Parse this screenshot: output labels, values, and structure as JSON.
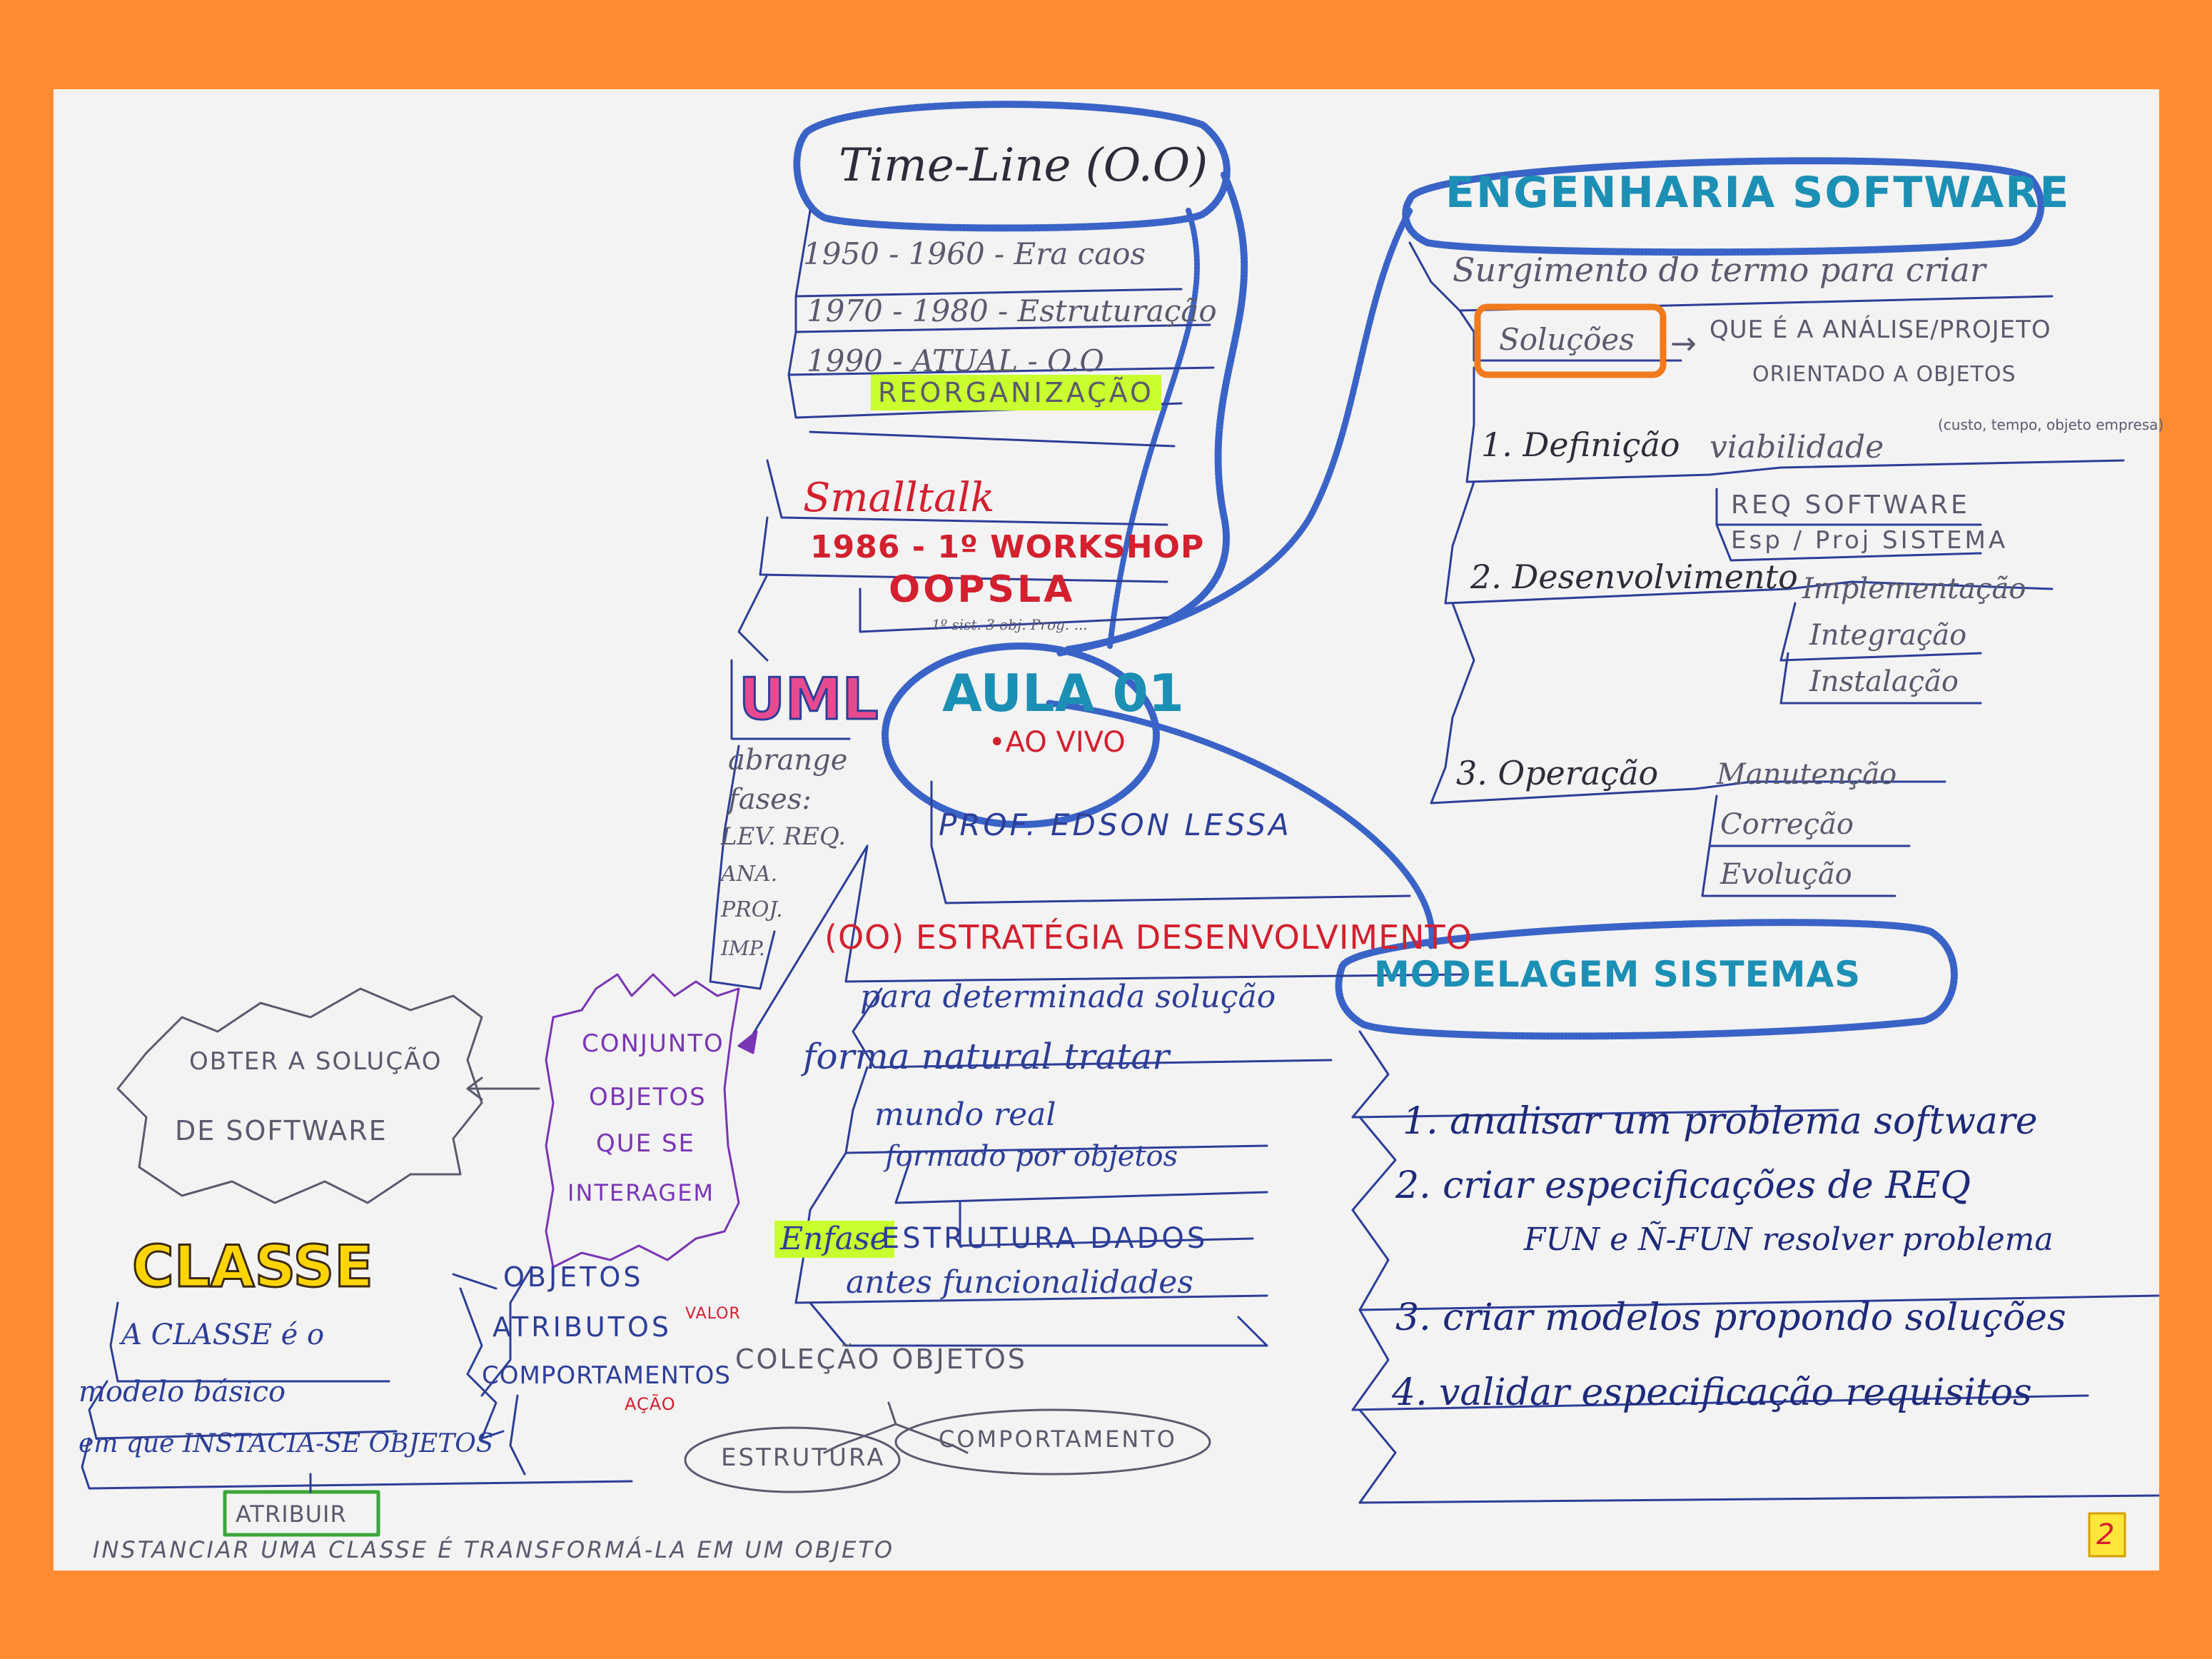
{
  "center": {
    "title": "AULA 01",
    "subtitle": "•AO VIVO",
    "professor": "PROF. EDSON LESSA"
  },
  "timeline": {
    "title": "Time-Line (O.O)",
    "items": [
      "1950 - 1960 - Era caos",
      "1970 - 1980 - Estruturação",
      "1990 - ATUAL - O.O",
      "REORGANIZAÇÃO"
    ],
    "smalltalk": "Smalltalk",
    "workshop": "1986 - 1º WORKSHOP",
    "oopsla": "OOPSLA",
    "oopsla_note": "1º sist. 3 obj. Prog. ..."
  },
  "uml": {
    "title": "UML",
    "notes": [
      "abrange",
      "fases:",
      "LEV. REQ.",
      "ANA.",
      "PROJ.",
      "IMP."
    ]
  },
  "engenharia": {
    "title": "ENGENHARIA SOFTWARE",
    "intro": "Surgimento do termo para criar",
    "solucoes": "Soluções",
    "arrow_text": [
      "QUE É A ANÁLISE/PROJETO",
      "ORIENTADO A OBJETOS"
    ],
    "definicao": {
      "label": "1. Definição",
      "items": [
        "viabilidade",
        "(custo, tempo, objeto empresa)",
        "REQ SOFTWARE",
        "Esp / Proj SISTEMA"
      ]
    },
    "desenvolvimento": {
      "label": "2. Desenvolvimento",
      "items": [
        "Implementação",
        "Integração",
        "Instalação"
      ]
    },
    "operacao": {
      "label": "3. Operação",
      "items": [
        "Manutenção",
        "Correção",
        "Evolução"
      ]
    }
  },
  "estrategia": {
    "title": "(OO) ESTRATÉGIA DESENVOLVIMENTO",
    "items": [
      "para determinada solução",
      "forma natural tratar",
      "mundo real",
      "formado por objetos"
    ],
    "enfase": "Enfase",
    "enfase_rest": "ESTRUTURA DADOS",
    "antes": "antes funcionalidades"
  },
  "modelagem": {
    "title": "MODELAGEM SISTEMAS",
    "items": [
      "1. analisar um problema software",
      "2. criar especificações de REQ",
      "FUN e Ñ-FUN resolver problema",
      "3. criar modelos propondo soluções",
      "4. validar especificação requisitos"
    ]
  },
  "conjunto": {
    "lines": [
      "CONJUNTO",
      "OBJETOS",
      "QUE SE",
      "INTERAGEM"
    ]
  },
  "obter": {
    "lines": [
      "OBTER A SOLUÇÃO",
      "DE SOFTWARE"
    ]
  },
  "classe": {
    "title": "CLASSE",
    "description": [
      "A CLASSE é o",
      "modelo básico",
      "em que INSTACIA-SE OBJETOS"
    ],
    "objetos": "OBJETOS",
    "atributos": "ATRIBUTOS",
    "valor": "VALOR",
    "comportamentos": "COMPORTAMENTOS",
    "acao": "AÇÃO",
    "colecao": "COLEÇÃO OBJETOS",
    "estrutura": "ESTRUTURA",
    "comportamento": "COMPORTAMENTO",
    "atribuir": "ATRIBUIR",
    "instanciar": "INSTANCIAR UMA CLASSE É TRANSFORMÁ-LA EM UM OBJETO"
  },
  "page_number": "2",
  "colors": {
    "frame": "#ff8c33",
    "paper": "#f3f3f3",
    "blue_crayon": "#3a63c7",
    "ink_blue": "#2d3e98",
    "red": "#d3202f",
    "highlight": "#c9ff2e"
  }
}
